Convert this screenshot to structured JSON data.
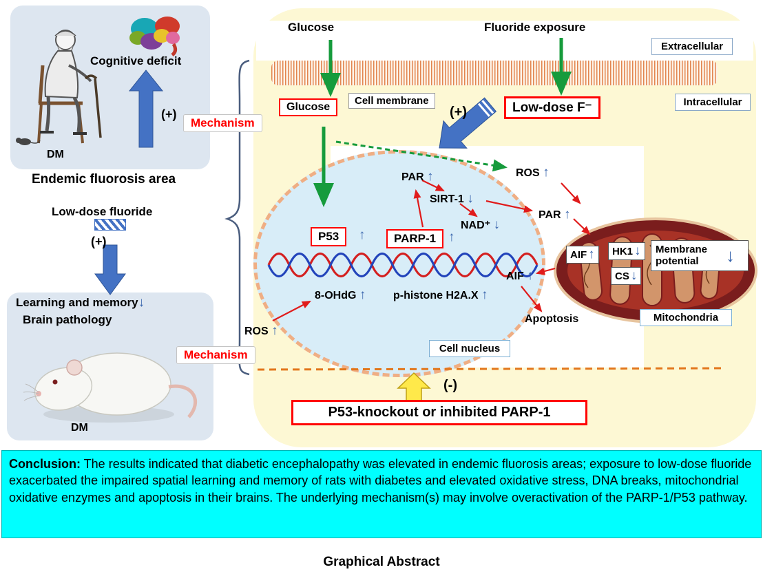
{
  "icons": {
    "up": "↑",
    "down": "↓"
  },
  "title": "Graphical Abstract",
  "top_left": {
    "cognitive_deficit": "Cognitive deficit",
    "plus": "(+)",
    "dm": "DM",
    "caption": "Endemic fluorosis area"
  },
  "mid_left": {
    "low_dose_fluoride": "Low-dose fluoride",
    "plus": "(+)"
  },
  "bottom_left": {
    "learning_memory": "Learning and memory",
    "brain_pathology": "Brain pathology",
    "dm": "DM"
  },
  "cell": {
    "glucose_label": "Glucose",
    "fluoride_exposure_label": "Fluoride exposure",
    "extracellular": "Extracellular",
    "intracellular": "Intracellular",
    "cell_membrane": "Cell membrane",
    "glucose_box": "Glucose",
    "plus": "(+)",
    "low_dose_f": "Low-dose F⁻",
    "mechanism_top": "Mechanism",
    "mechanism_bottom": "Mechanism",
    "ros_cyto": "ROS",
    "par_cyto": "PAR",
    "aif_cyto": "AIF",
    "apoptosis": "Apoptosis",
    "minus": "(-)",
    "knockout": "P53-knockout or inhibited PARP-1"
  },
  "nucleus": {
    "par": "PAR",
    "sirt1": "SIRT-1",
    "nad": "NAD⁺",
    "p53": "P53",
    "parp1": "PARP-1",
    "ohdg": "8-OHdG",
    "p_histone": "p-histone H2A.X",
    "ros": "ROS",
    "label": "Cell nucleus"
  },
  "mitochondria": {
    "aif": "AIF",
    "hk1": "HK1",
    "cs": "CS",
    "membrane_potential": "Membrane potential",
    "label": "Mitochondria"
  },
  "conclusion": {
    "heading": "Conclusion:",
    "body": " The results indicated that diabetic encephalopathy was elevated in endemic fluorosis areas; exposure to low-dose fluoride exacerbated the impaired spatial learning and memory of rats with diabetes and elevated oxidative stress, DNA breaks, mitochondrial oxidative enzymes and apoptosis in their brains. The underlying mechanism(s) may involve overactivation of the PARP-1/P53 pathway."
  }
}
